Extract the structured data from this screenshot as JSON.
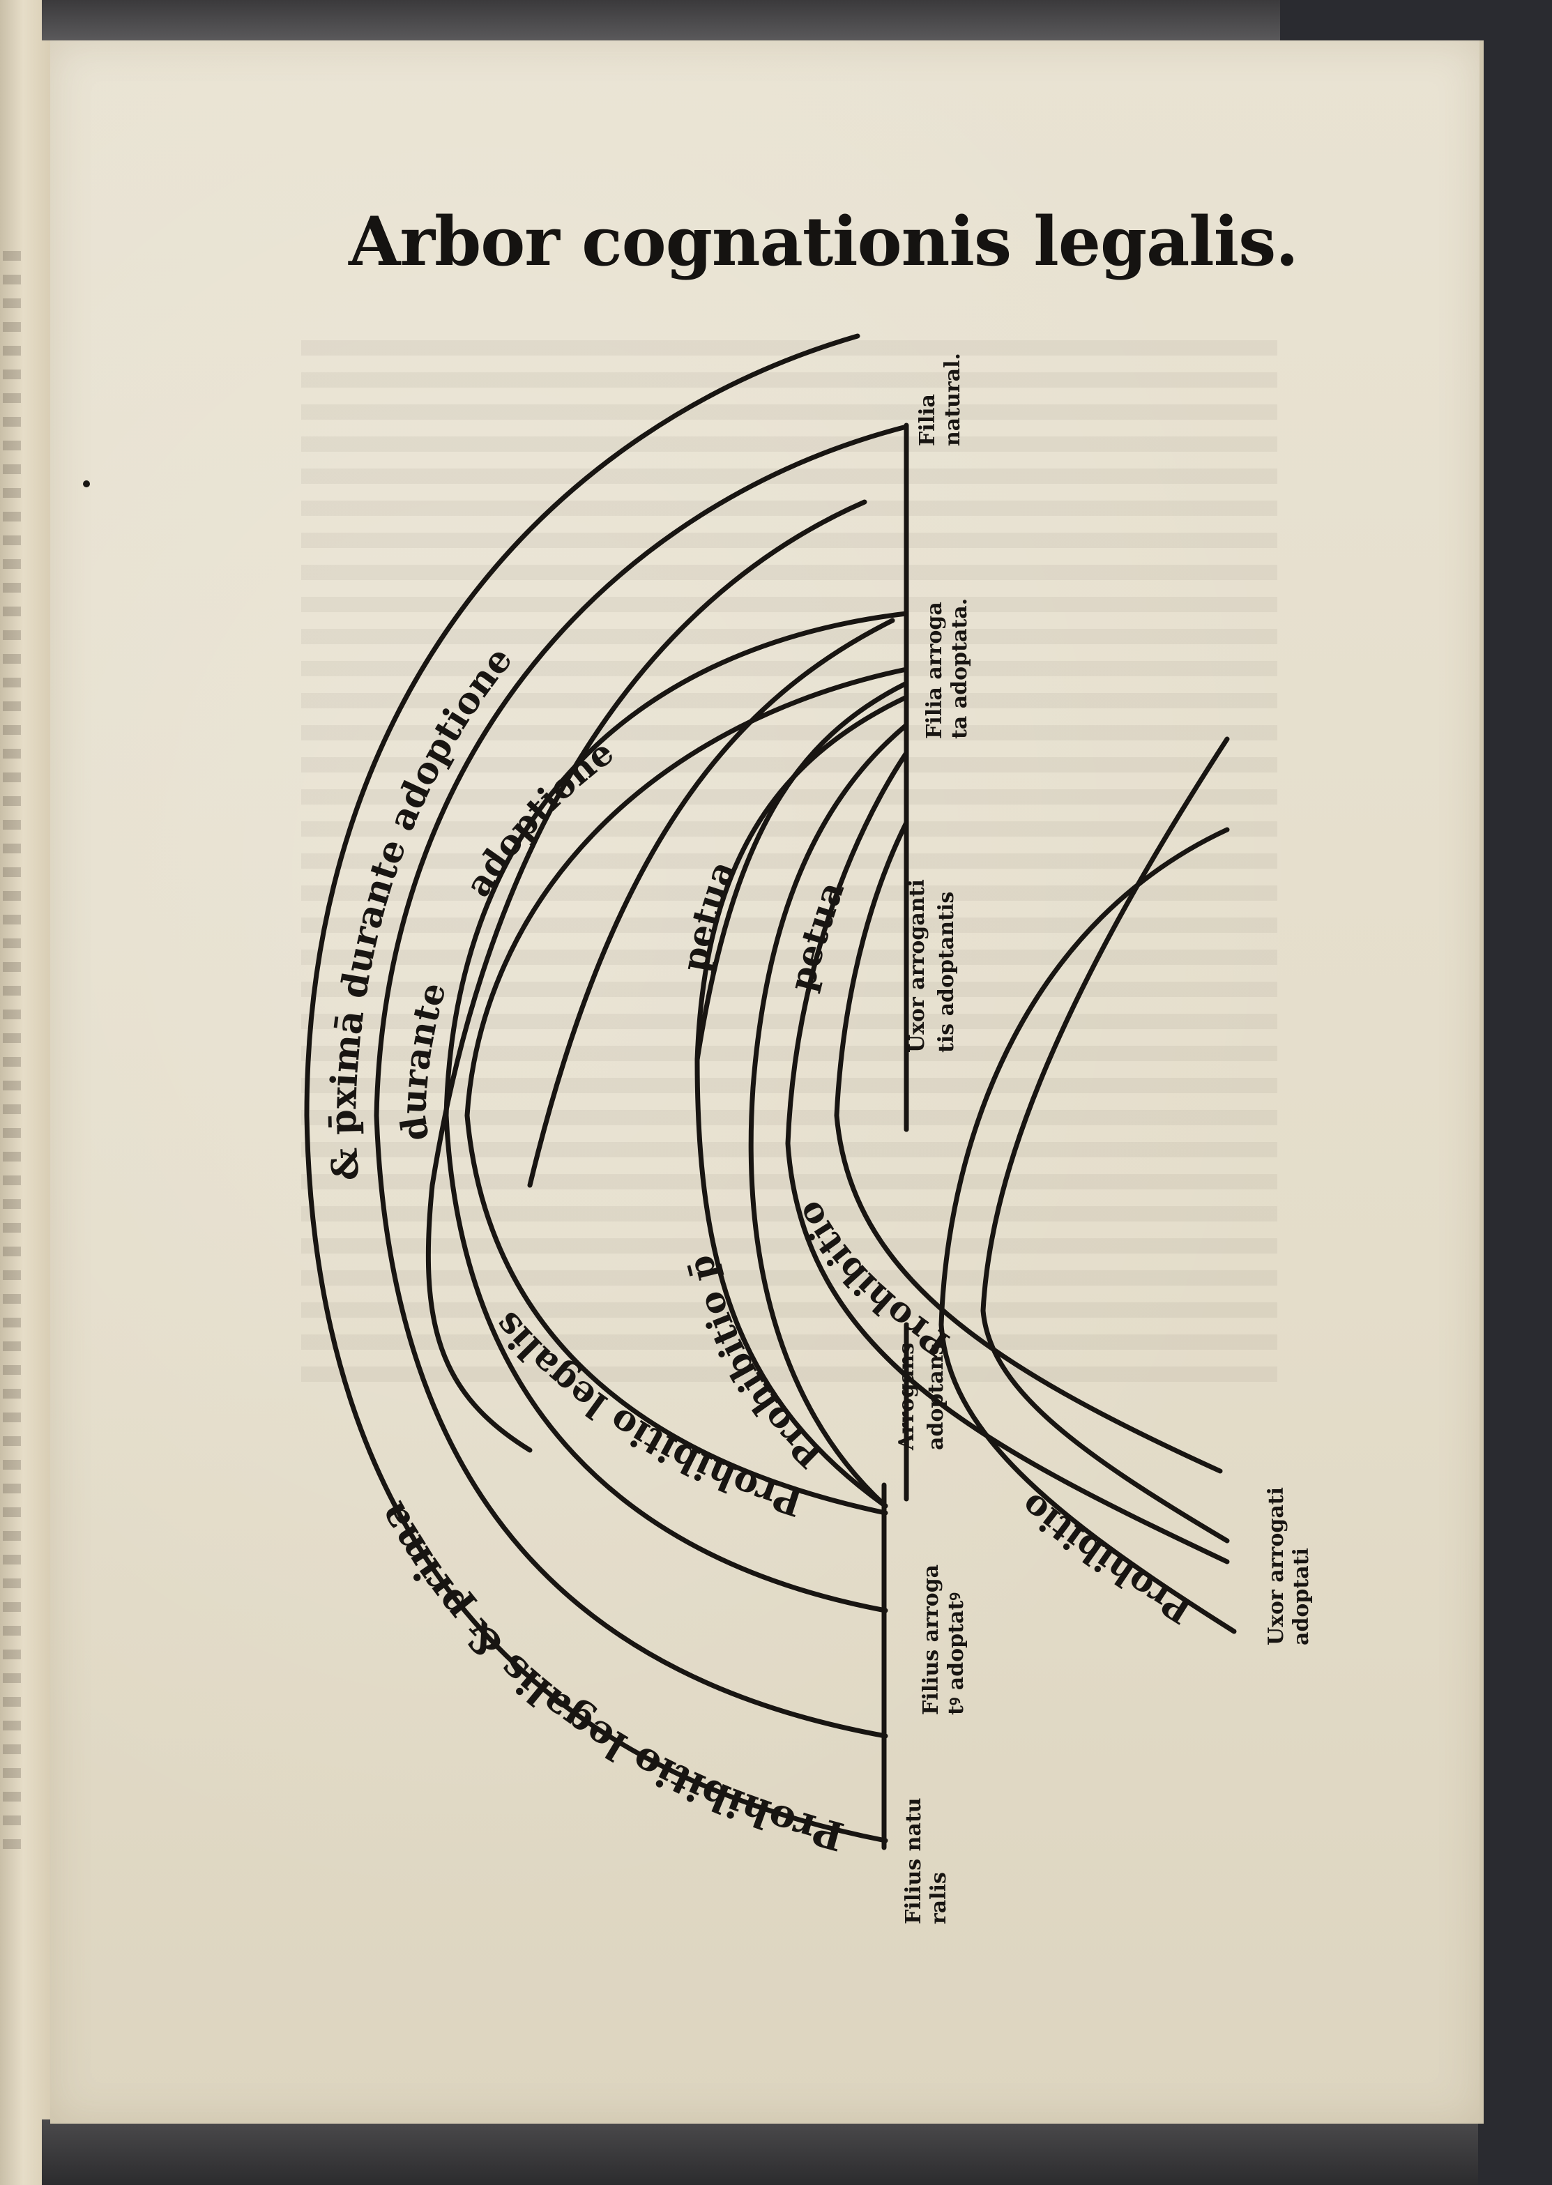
{
  "title": "Arbor cognationis legalis.",
  "arcs": {
    "outer": "Prohibitio legalis & prima",
    "outer_upper": "& p̄ximā durante adoptione",
    "second": "Prohibitio legalis",
    "second_mid": "durante",
    "second_upper": "adoptione",
    "third": "Prohibitio p̄",
    "third_upper": "petua",
    "fourth": "Prohibitio",
    "fourth_upper": "petua",
    "fifth": "Prohibitio"
  },
  "labels": {
    "filia_naturalis": [
      "Filia",
      "natural."
    ],
    "filia_arrogata": [
      "Filia arroga",
      "ta adoptata."
    ],
    "uxor_arrogantis": [
      "Uxor arroganti",
      "tis adoptantis"
    ],
    "arrogans": [
      "Arrogans",
      "adoptans"
    ],
    "filius_arrogatus": [
      "Filius arroga",
      "tꝰ adoptatꝰ"
    ],
    "filius_naturalis": [
      "Filius natu",
      "ralis"
    ],
    "uxor_arrogati": [
      "Uxor arrogati",
      "adoptati"
    ]
  },
  "colors": {
    "ink": "#181512",
    "paper": "#e7e0ce"
  }
}
